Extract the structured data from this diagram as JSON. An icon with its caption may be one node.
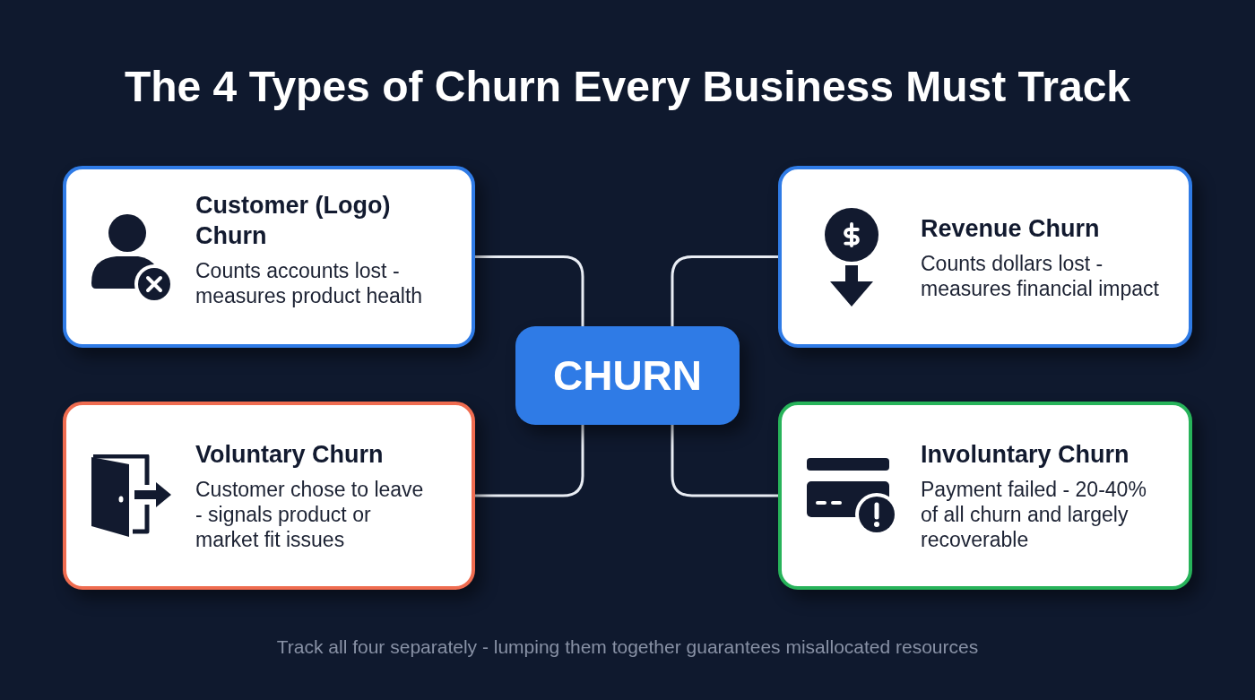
{
  "diagram": {
    "title": "The 4 Types of Churn Every Business Must Track",
    "nodes": [
      {
        "text": [
          "Customer (Logo) Churn",
          "Counts accounts lost - measures product health"
        ]
      },
      {
        "text": [
          "Revenue Churn",
          "Counts dollars lost - measures financial impact"
        ]
      },
      {
        "text": [
          "CHURN"
        ]
      },
      {
        "text": [
          "Voluntary Churn",
          "Customer chose to leave - signals product or market fit issues"
        ]
      },
      {
        "text": [
          "Involuntary Churn",
          "Payment failed - 20-40% of all churn and largely recoverable"
        ]
      }
    ],
    "edges": [
      {
        "from": 2,
        "to": 0,
        "arrow": "none"
      },
      {
        "from": 2,
        "to": 1,
        "arrow": "none"
      },
      {
        "from": 2,
        "to": 3,
        "arrow": "none"
      },
      {
        "from": 2,
        "to": 4,
        "arrow": "none"
      }
    ],
    "caption": "Track all four separately - lumping them together guarantees misallocated resources"
  }
}
